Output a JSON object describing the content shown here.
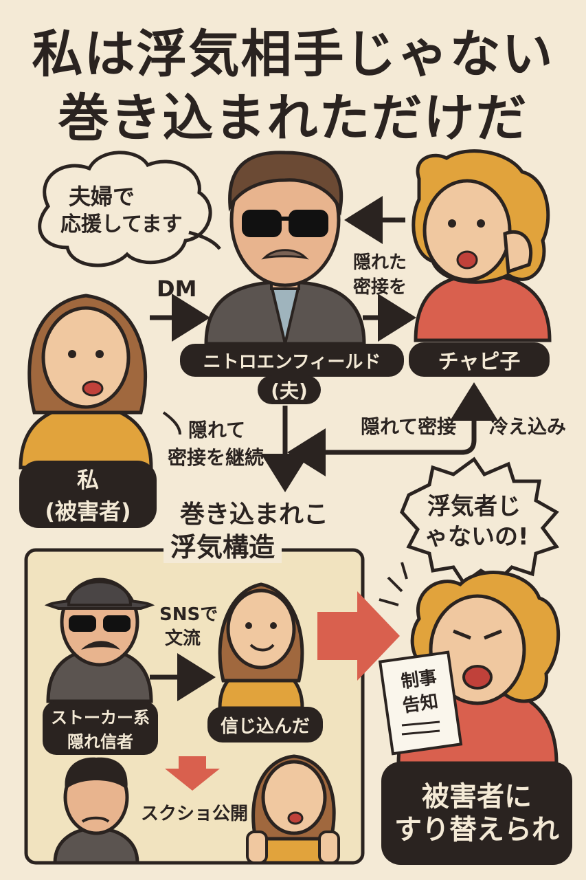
{
  "title": {
    "line1": "私は浮気相手じゃない",
    "line2": "巻き込まれただけだ"
  },
  "speech_top": {
    "line1": "夫婦で",
    "line2": "応援してます"
  },
  "labels": {
    "dm": "DM",
    "husband": "ニトロエンフィールド",
    "husband_sub": "(夫)",
    "chapiko": "チャピ子",
    "me": "私",
    "me_sub": "(被害者)",
    "hidden_contact_line1": "隠れた",
    "hidden_contact_line2": "密接を",
    "hidden_left_line1": "隠れて",
    "hidden_left_line2": "密接を継続",
    "hidden_right": "隠れて密接",
    "cooling": "冷え込み",
    "structure_line1": "巻き込まれこ",
    "structure_line2": "浮気構造",
    "sns_line1": "SNSで",
    "sns_line2": "文流",
    "stalker_line1": "ストーカー系",
    "stalker_line2": "隠れ信者",
    "believed": "信じ込んだ",
    "screenshot": "スクショ公開",
    "angry_bubble_line1": "浮気者じ",
    "angry_bubble_line2": "ゃないの!",
    "paper_line1": "制事",
    "paper_line2": "告知",
    "victim_swap_line1": "被害者に",
    "victim_swap_line2": "すり替えられ"
  },
  "colors": {
    "background": "#f4ead6",
    "dark": "#2a2320",
    "accent_red": "#d9604e",
    "mustard": "#e1a33c",
    "box": "#f1e3bf"
  }
}
